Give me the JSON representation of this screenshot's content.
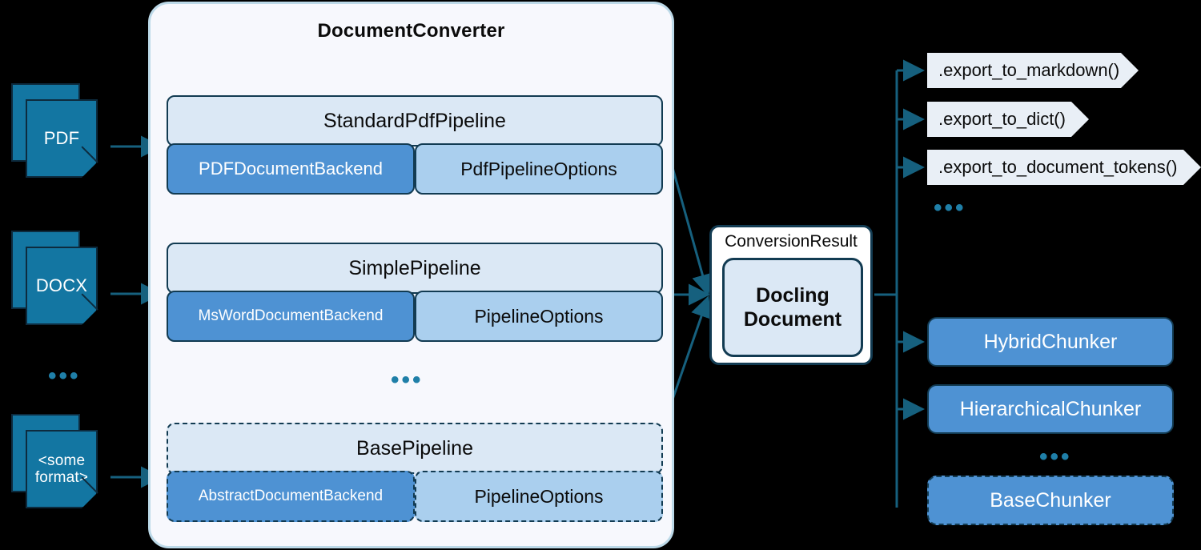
{
  "colors": {
    "stroke": "#16607e",
    "doc_icon": "#1376a2",
    "backend_blue": "#4e92d3",
    "options_blue": "#aacfee",
    "head_blue": "#dbe8f5",
    "panel_bg": "#f7f8fd",
    "panel_border": "#bcd9e8",
    "banner_bg": "#e9eff6",
    "outline_dark": "#123b52",
    "background": "#000000"
  },
  "sources": {
    "items": [
      {
        "label": "PDF",
        "name": "source-doc-pdf"
      },
      {
        "label": "DOCX",
        "name": "source-doc-docx"
      },
      {
        "label": "<some format>",
        "name": "source-doc-other"
      }
    ],
    "ellipsis": "•••"
  },
  "converter": {
    "title": "DocumentConverter",
    "ellipsis": "•••",
    "pipelines": [
      {
        "name": "standard-pdf-pipeline",
        "title": "StandardPdfPipeline",
        "backend": "PDFDocumentBackend",
        "options": "PdfPipelineOptions",
        "abstract": false
      },
      {
        "name": "simple-pipeline",
        "title": "SimplePipeline",
        "backend": "MsWordDocumentBackend",
        "options": "PipelineOptions",
        "abstract": false
      },
      {
        "name": "base-pipeline",
        "title": "BasePipeline",
        "backend": "AbstractDocumentBackend",
        "options": "PipelineOptions",
        "abstract": true
      }
    ]
  },
  "result": {
    "label": "ConversionResult",
    "document": "Docling\nDocument",
    "document_line1": "Docling",
    "document_line2": "Document"
  },
  "exports": {
    "items": [
      {
        "label": ".export_to_markdown()",
        "name": "export-to-markdown"
      },
      {
        "label": ".export_to_dict()",
        "name": "export-to-dict"
      },
      {
        "label": ".export_to_document_tokens()",
        "name": "export-to-document-tokens"
      }
    ],
    "ellipsis": "•••"
  },
  "chunkers": {
    "items": [
      {
        "label": "HybridChunker",
        "name": "hybrid-chunker",
        "abstract": false
      },
      {
        "label": "HierarchicalChunker",
        "name": "hierarchical-chunker",
        "abstract": false
      },
      {
        "label": "BaseChunker",
        "name": "base-chunker",
        "abstract": true
      }
    ],
    "ellipsis": "•••"
  }
}
